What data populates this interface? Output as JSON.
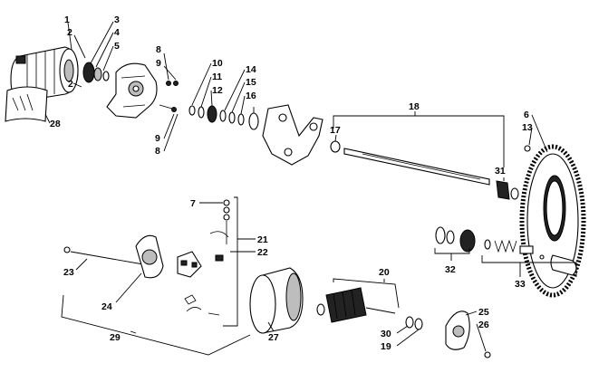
{
  "diagram": {
    "type": "exploded-parts-diagram",
    "callouts": [
      "1",
      "2",
      "3",
      "4",
      "5",
      "8",
      "9",
      "10",
      "11",
      "12",
      "14",
      "15",
      "16",
      "2",
      "28",
      "9",
      "8",
      "17",
      "18",
      "6",
      "13",
      "31",
      "7",
      "21",
      "22",
      "23",
      "24",
      "29",
      "32",
      "33",
      "20",
      "27",
      "30",
      "19",
      "25",
      "26"
    ]
  }
}
